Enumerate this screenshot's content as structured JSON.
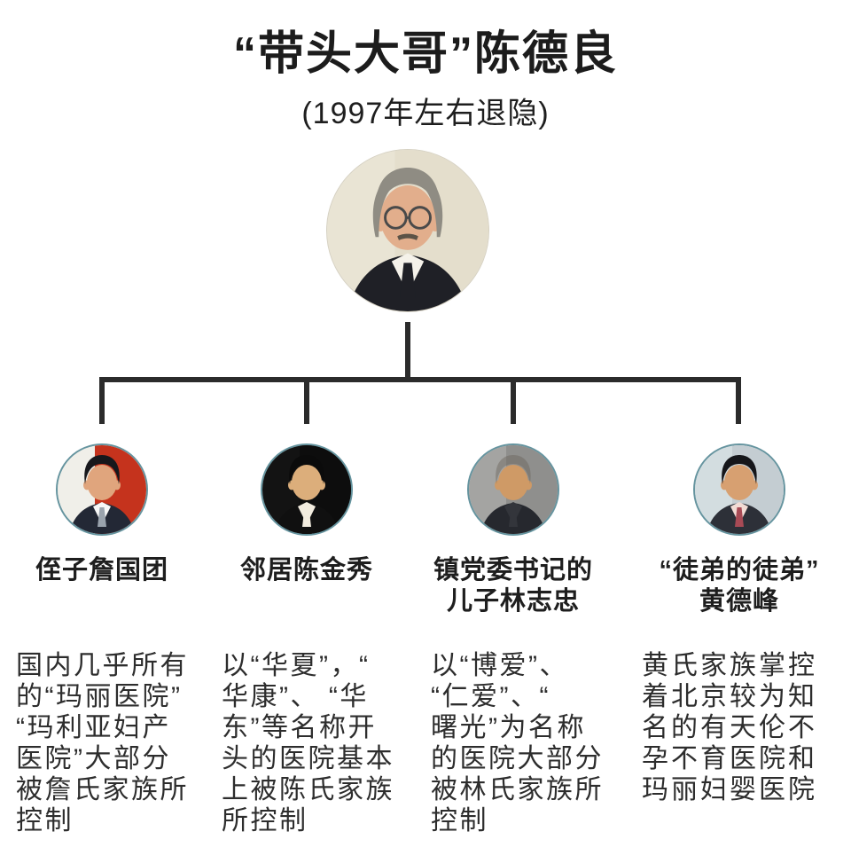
{
  "header": {
    "title": "“带头大哥”陈德良",
    "subtitle": "(1997年左右退隐)"
  },
  "colors": {
    "background": "#ffffff",
    "text": "#1e1e1e",
    "connector_line": "#2b2b2b",
    "avatar_ring": "#508794"
  },
  "root": {
    "name": "陈德良",
    "portrait": {
      "desc": "elderly-man-grey-hair-glasses-photo",
      "bg": "#e9e4d4",
      "bg2": "#e4decc",
      "suit": "#1f2026",
      "shirt": "#f5f2ea",
      "tie": "#1f2026",
      "skin": "#e2ae8c",
      "hair": "#8f8c83",
      "hairOpacity": 1,
      "bushy": true,
      "glasses": true
    }
  },
  "members": [
    {
      "name_lines": [
        "侄子詹国团"
      ],
      "desc_lines": [
        "国内几乎所有",
        "的“玛丽医院”",
        "“玛利亚妇产",
        "医院”大部分",
        "被詹氏家族所",
        "控制"
      ],
      "portrait": {
        "desc": "man-dark-suit-red-curtain-photo",
        "bg": "#f0efe9",
        "bg2": "#c5331d",
        "suit": "#232835",
        "shirt": "#f7f7f7",
        "tie": "#9aa3ad",
        "skin": "#e0a57d",
        "hair": "#17181c",
        "hairOpacity": 1,
        "bushy": false,
        "glasses": false
      }
    },
    {
      "name_lines": [
        "邻居陈金秀"
      ],
      "desc_lines": [
        "以“华夏”，“",
        "华康”、 “华",
        "东”等名称开",
        "头的医院基本",
        "上被陈氏家族",
        "所控制"
      ],
      "portrait": {
        "desc": "man-white-shirt-black-background-photo",
        "bg": "#131313",
        "bg2": "#0d0d0d",
        "suit": "#101010",
        "shirt": "#f2ecdf",
        "tie": "#f2ecdf",
        "skin": "#dcae7b",
        "hair": "#0b0b0b",
        "hairOpacity": 1,
        "bushy": false,
        "glasses": false
      }
    },
    {
      "name_lines": [
        "镇党委书记的",
        "儿子林志忠"
      ],
      "desc_lines": [
        "以“博爱”、",
        "“仁爱”、“",
        "曙光”为名称",
        "的医院大部分",
        "被林氏家族所",
        "控制"
      ],
      "portrait": {
        "desc": "bald-man-dark-suit-grey-background-photo",
        "bg": "#a4a4a2",
        "bg2": "#8f8f8d",
        "suit": "#26282e",
        "shirt": "#33353b",
        "tie": "#33353b",
        "skin": "#cf9a66",
        "hair": "#6a645c",
        "hairOpacity": 0.45,
        "bushy": false,
        "glasses": false
      }
    },
    {
      "name_lines": [
        "“徒弟的徒弟”",
        "黄德峰"
      ],
      "desc_lines": [
        "黄氏家族掌控",
        "着北京较为知",
        "名的有天伦不",
        "孕不育医院和",
        "玛丽妇婴医院"
      ],
      "portrait": {
        "desc": "man-pink-shirt-dark-suit-photo",
        "bg": "#d3dde0",
        "bg2": "#c4cdd2",
        "suit": "#2d3038",
        "shirt": "#f2dcd5",
        "tie": "#a84a55",
        "skin": "#d7a071",
        "hair": "#15161a",
        "hairOpacity": 1,
        "bushy": false,
        "glasses": false
      }
    }
  ]
}
